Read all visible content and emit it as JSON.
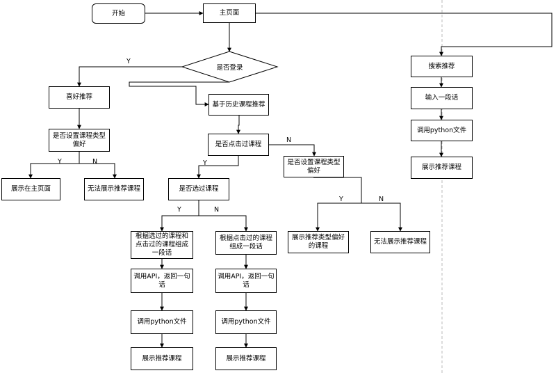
{
  "nodes": {
    "start": "开始",
    "home": "主页面",
    "login_check": "是否登录",
    "interest_rec": "喜好推荐",
    "history_rec": "基于历史课程推荐",
    "pref_check_1": "是否设置课程类型偏好",
    "show_home": "展示在主页面",
    "no_rec_1": "无法展示推荐课程",
    "clicked_check": "是否点击过课程",
    "pref_check_2": "是否设置课程类型偏好",
    "selected_check": "是否选过课程",
    "show_pref_course": "展示推荐类型偏好的课程",
    "no_rec_2": "无法展示推荐课程",
    "gen_from_selected": "根据选过的课程和点击过的课程组成一段话",
    "gen_from_clicked": "根据点击过的课程组成一段话",
    "api_1": "调用API，返回一句话",
    "api_2": "调用API，返回一句话",
    "python_1": "调用python文件",
    "python_2": "调用python文件",
    "show_1": "展示推荐课程",
    "show_2": "展示推荐课程",
    "search_rec": "搜索推荐",
    "input_text": "输入一段话",
    "python_3": "调用python文件",
    "show_3": "展示推荐课程"
  },
  "labels": {
    "y_login": "Y",
    "y_pref1": "Y",
    "n_pref1": "N",
    "n_clicked": "N",
    "y_clicked": "Y",
    "y_pref2": "Y",
    "n_pref2": "N",
    "y_selected": "Y",
    "n_selected": "N"
  }
}
